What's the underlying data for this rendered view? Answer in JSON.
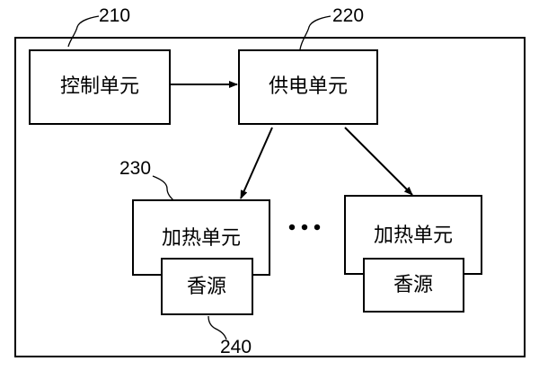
{
  "diagram": {
    "refs": {
      "control": "210",
      "power": "220",
      "heating": "230",
      "fragrance": "240"
    },
    "labels": {
      "control_unit": "控制单元",
      "power_unit": "供电单元",
      "heating_unit_left": "加热单元",
      "heating_unit_right": "加热单元",
      "fragrance_left": "香源",
      "fragrance_right": "香源"
    }
  }
}
